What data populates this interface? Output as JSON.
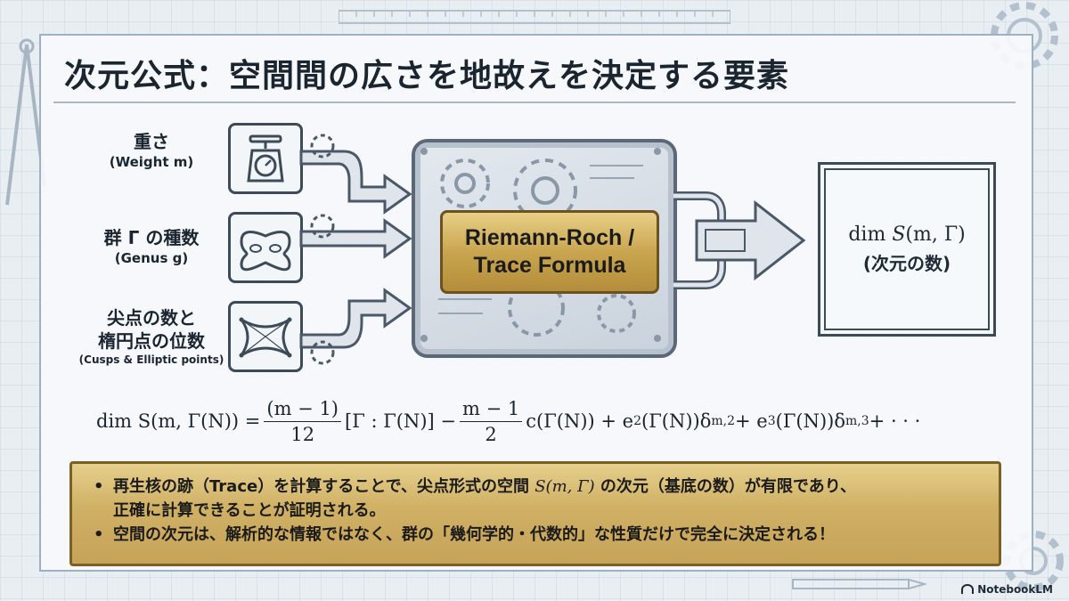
{
  "title": "次元公式：空間間の広さを地故えを決定する要素",
  "inputs": [
    {
      "main": "重さ",
      "sub": "(Weight m)",
      "icon": "scale-icon"
    },
    {
      "main": "群 Γ の種数",
      "sub": "(Genus g)",
      "icon": "surface-icon"
    },
    {
      "main1": "尖点の数と",
      "main2": "楕円点の位数",
      "sub": "(Cusps & Elliptic points)",
      "icon": "cusp-polygon-icon"
    }
  ],
  "machine": {
    "line1": "Riemann-Roch /",
    "line2": "Trace Formula"
  },
  "output": {
    "expr_prefix": "dim ",
    "expr_S": "S",
    "expr_args": "(m, Γ)",
    "jp": "(次元の数)"
  },
  "formula": {
    "lhs": "dim S(m, Γ(N)) =",
    "frac1_num": "(m − 1)",
    "frac1_den": "12",
    "term1": "[Γ : Γ(N)] −",
    "frac2_num": "m − 1",
    "frac2_den": "2",
    "term2": "c(Γ(N)) + e",
    "term2_sub": "2",
    "term3": "(Γ(N))δ",
    "term3_sub": "m,2",
    "term4": " + e",
    "term4_sub": "3",
    "term5": "(Γ(N))δ",
    "term5_sub": "m,3",
    "term6": " + · · ·"
  },
  "notes": {
    "n1_a": "再生核の跡（Trace）を計算することで、尖点形式の空間 ",
    "n1_math": "S(m, Γ)",
    "n1_b": " の次元（基底の数）が有限であり、",
    "n1_c": "正確に計算できることが証明される。",
    "n2": "空間の次元は、解析的な情報ではなく、群の「幾何学的・代数的」な性質だけで完全に決定される！"
  },
  "brand": "NotebookLM"
}
